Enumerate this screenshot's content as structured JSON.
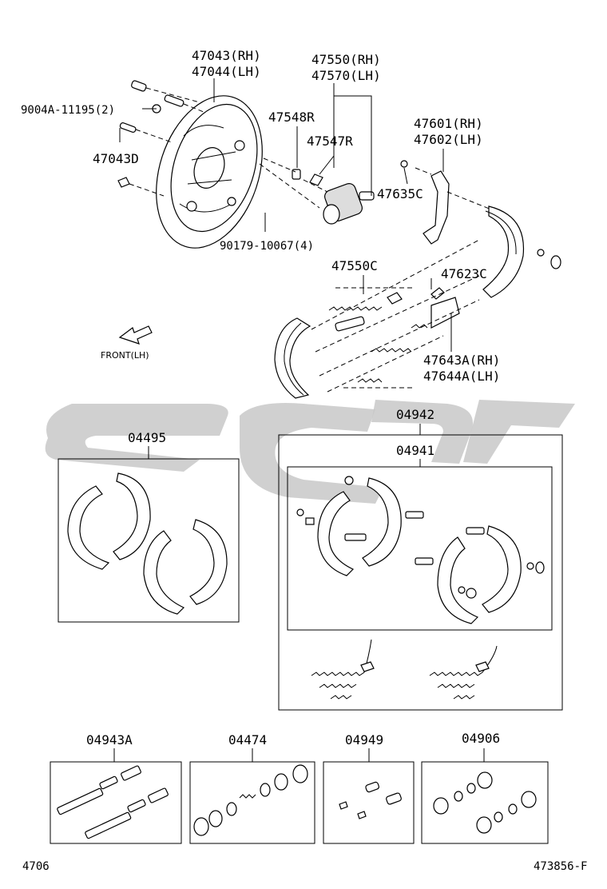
{
  "labels": {
    "backing_plate_rh": "47043(RH)",
    "backing_plate_lh": "47044(LH)",
    "wheel_cyl_rh": "47550(RH)",
    "wheel_cyl_lh": "47570(LH)",
    "bolt": "9004A-11195(2)",
    "bleeder_cap": "47548R",
    "bleeder_plug": "47547R",
    "plug_d": "47043D",
    "nut": "90179-10067(4)",
    "lever_rh": "47601(RH)",
    "lever_lh": "47602(LH)",
    "clip_c": "47635C",
    "spring_c": "47550C",
    "adjuster_c": "47623C",
    "strut_rh": "47643A(RH)",
    "strut_lh": "47644A(LH)",
    "front": "FRONT(LH)",
    "kit_shoe": "04495",
    "kit_outer": "04942",
    "kit_inner": "04941",
    "kit_adjuster": "04943A",
    "kit_cyl": "04474",
    "kit_clip": "04949",
    "kit_cups": "04906",
    "footer_left": "4706",
    "footer_right": "473856-F"
  }
}
